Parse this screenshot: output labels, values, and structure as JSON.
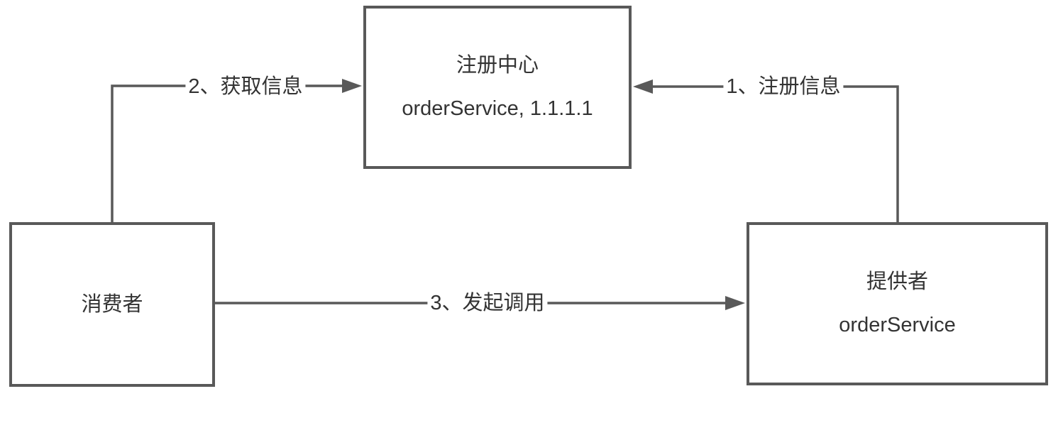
{
  "diagram": {
    "background_color": "#ffffff",
    "stroke_color": "#595959",
    "text_color": "#333333",
    "nodes": [
      {
        "id": "registry",
        "lines": [
          "注册中心",
          "orderService, 1.1.1.1"
        ]
      },
      {
        "id": "consumer",
        "lines": [
          "消费者"
        ]
      },
      {
        "id": "provider",
        "lines": [
          "提供者",
          "orderService"
        ]
      }
    ],
    "edges": [
      {
        "id": "register",
        "label": "1、注册信息",
        "from": "provider",
        "to": "registry"
      },
      {
        "id": "fetch",
        "label": "2、获取信息",
        "from": "consumer",
        "to": "registry"
      },
      {
        "id": "invoke",
        "label": "3、发起调用",
        "from": "consumer",
        "to": "provider"
      }
    ]
  }
}
